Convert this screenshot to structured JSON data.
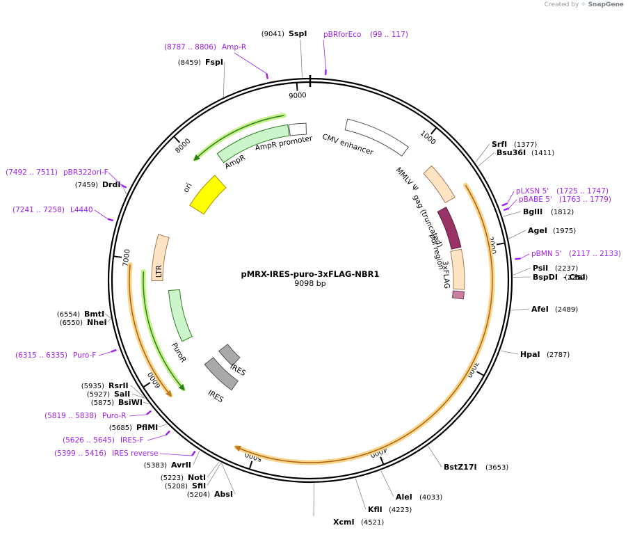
{
  "credit": {
    "prefix": "Created by",
    "brand": "SnapGene"
  },
  "plasmid": {
    "name": "pMRX-IRES-puro-3xFLAG-NBR1",
    "size_text": "9098 bp"
  },
  "ticks": [
    "1000",
    "2000",
    "3000",
    "4000",
    "5000",
    "6000",
    "7000",
    "8000",
    "9000"
  ],
  "sites": [
    {
      "name": "SspI",
      "pos": "(9041)"
    },
    {
      "name": "FspI",
      "pos": "(8459)"
    },
    {
      "name": "DrdI",
      "pos": "(7459)"
    },
    {
      "name": "BmtI",
      "pos": "(6554)"
    },
    {
      "name": "NheI",
      "pos": "(6550)"
    },
    {
      "name": "RsrII",
      "pos": "(5935)"
    },
    {
      "name": "SalI",
      "pos": "(5927)"
    },
    {
      "name": "BsiWI",
      "pos": "(5875)"
    },
    {
      "name": "PflMI",
      "pos": "(5685)"
    },
    {
      "name": "AvrII",
      "pos": "(5383)"
    },
    {
      "name": "NotI",
      "pos": "(5223)"
    },
    {
      "name": "SfiI",
      "pos": "(5208)"
    },
    {
      "name": "AbsI",
      "pos": "(5204)"
    },
    {
      "name": "XcmI",
      "pos": "(4521)"
    },
    {
      "name": "KflI",
      "pos": "(4223)"
    },
    {
      "name": "AleI",
      "pos": "(4033)"
    },
    {
      "name": "BstZ17I",
      "pos": "(3653)"
    },
    {
      "name": "HpaI",
      "pos": "(2787)"
    },
    {
      "name": "AfeI",
      "pos": "(2489)"
    },
    {
      "name": "BspDI",
      "pos": "(2252)"
    },
    {
      "name": "ClaI",
      "pos": ""
    },
    {
      "name": "PsiI",
      "pos": "(2237)"
    },
    {
      "name": "AgeI",
      "pos": "(1975)"
    },
    {
      "name": "BglII",
      "pos": "(1812)"
    },
    {
      "name": "Bsu36I",
      "pos": "(1411)"
    },
    {
      "name": "SrfI",
      "pos": "(1377)"
    }
  ],
  "primers": [
    {
      "name": "pBRforEco",
      "range": "(99 .. 117)"
    },
    {
      "name": "Amp-R",
      "range": "(8787 .. 8806)"
    },
    {
      "name": "pBR322ori-F",
      "range": "(7492 .. 7511)"
    },
    {
      "name": "L4440",
      "range": "(7241 .. 7258)"
    },
    {
      "name": "Puro-F",
      "range": "(6315 .. 6335)"
    },
    {
      "name": "Puro-R",
      "range": "(5819 .. 5838)"
    },
    {
      "name": "IRES-F",
      "range": "(5626 .. 5645)"
    },
    {
      "name": "IRES reverse",
      "range": "(5399 .. 5416)"
    },
    {
      "name": "pLXSN 5'",
      "range": "(1725 .. 1747)"
    },
    {
      "name": "pBABE 5'",
      "range": "(1763 .. 1779)"
    },
    {
      "name": "pBMN 5'",
      "range": "(2117 .. 2133)"
    }
  ],
  "features": [
    {
      "name": "CMV enhancer",
      "color": "#ffffff"
    },
    {
      "name": "AmpR promoter",
      "color": "#ffffff"
    },
    {
      "name": "AmpR",
      "color": "#ccf5cc"
    },
    {
      "name": "ori",
      "color": "#ffff00"
    },
    {
      "name": "LTR",
      "color": "#ffe4c4"
    },
    {
      "name": "PuroR",
      "color": "#ccf5cc"
    },
    {
      "name": "IRES",
      "color": "#a9a9a9"
    },
    {
      "name": "IRES",
      "color": "#a9a9a9"
    },
    {
      "name": "MMLV Ψ",
      "color": "#ffe4c4"
    },
    {
      "name": "gag (truncated)",
      "color": "#993366"
    },
    {
      "name": "pol region",
      "color": "#ffe4c4"
    },
    {
      "name": "3xFLAG",
      "color": "#c87fa0"
    }
  ],
  "colors": {
    "backbone": "#000000",
    "primer": "#a020f0",
    "orf_outline": "#f5c26b",
    "orf_line": "#c07820",
    "green_orf": "#6fd06f"
  }
}
